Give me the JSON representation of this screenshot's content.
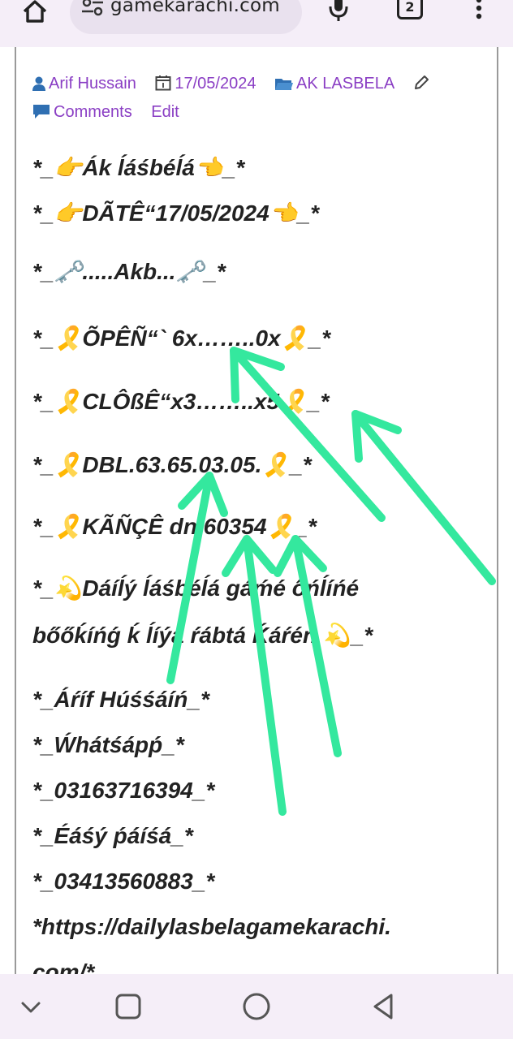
{
  "browser": {
    "url": "gamekarachi.com",
    "tab_count": "2",
    "icons": [
      "home-icon",
      "site-settings-icon",
      "mic-icon",
      "tabs-icon",
      "menu-icon"
    ]
  },
  "article": {
    "meta": {
      "author": "Arif Hussain",
      "date": "17/05/2024",
      "category": "AK LASBELA",
      "comments": "Comments",
      "edit": "Edit"
    },
    "lines": [
      "*_👉Ák ĺáśbéĺá👈_*",
      "*_👉DÃTÊ“17/05/2024👈_*",
      "*_🗝️.....Akb...🗝️_*",
      "*_🎗️ÕPÊÑ“` 6x……..0x🎗️_*",
      "*_🎗️CLÔßÊ“x3……..x5🎗️_*",
      "*_🎗️DBL.63.65.03.05.🎗️_*",
      "*_🎗️KÃÑÇÊ dn.60354🎗️_*",
      "*_💫Dáíĺý ĺáśbéĺá gáḿé őńĺíńé",
      "bőőḱíńǵ ḱ ĺíýá ŕábtá Ḱáŕéń 💫_*",
      "*_Áŕíf Húśśáíń_*",
      "*_Ẃhátśápṕ_*",
      "*_03163716394_*",
      "*_Éáśý ṕáíśá_*",
      "*_03413560883_*",
      "*https://dailylasbelagamekarachi.",
      "com/*"
    ]
  },
  "colors": {
    "accent": "#8a3ec4",
    "icon_blue": "#2f6fb2",
    "arrow": "#34e89e",
    "text": "#222222",
    "bar_bg": "#f5eef8"
  },
  "navbar": {
    "icons": [
      "chevron-down-icon",
      "recents-icon",
      "home-circle-icon",
      "back-icon"
    ]
  }
}
